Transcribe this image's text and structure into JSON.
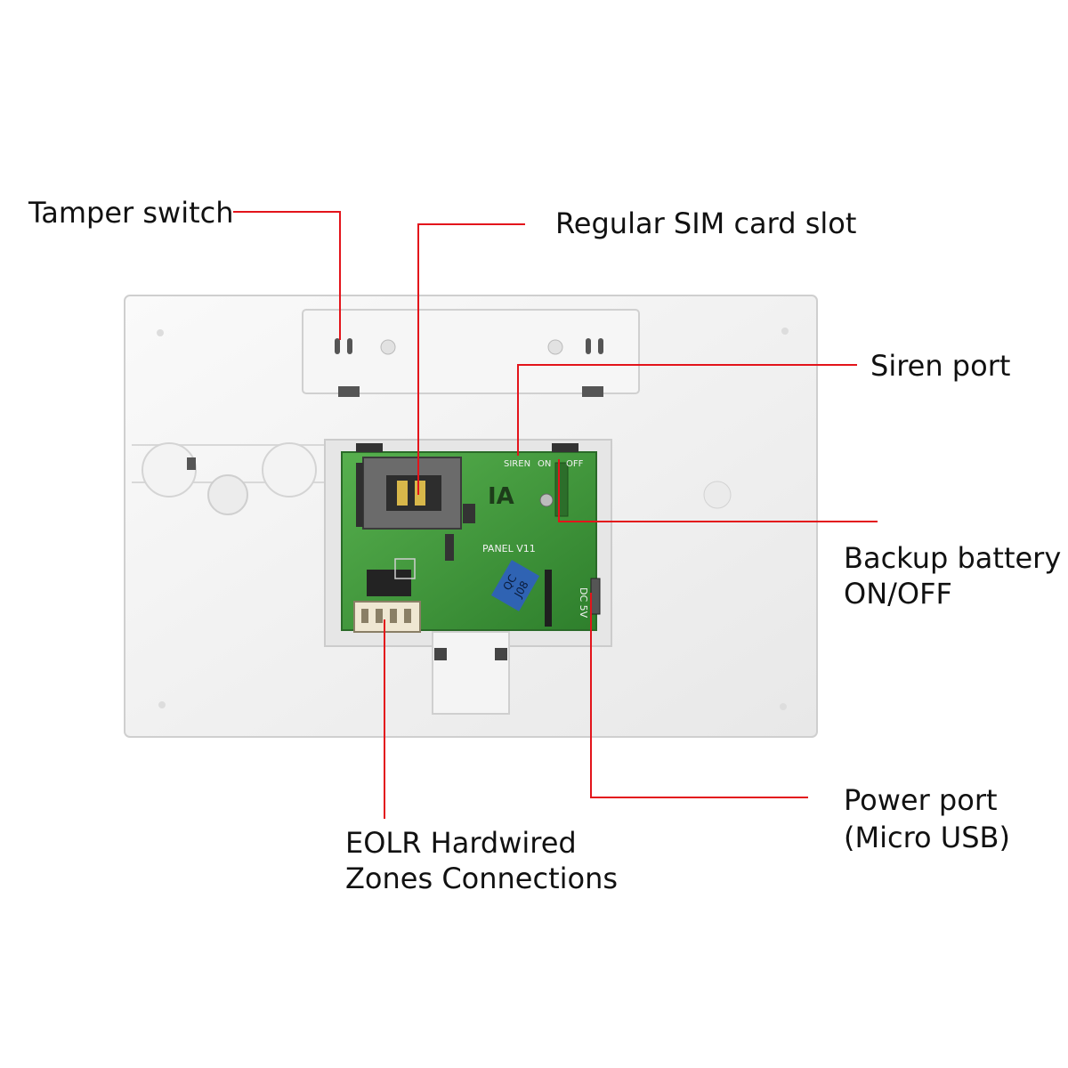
{
  "labels": {
    "tamper_switch": "Tamper switch",
    "sim_slot": "Regular SIM card slot",
    "siren_port": "Siren port",
    "backup_battery_line1": "Backup battery",
    "backup_battery_line2": "ON/OFF",
    "power_port_line1": "Power port",
    "power_port_line2": "(Micro USB)",
    "eolr_line1": "EOLR Hardwired",
    "eolr_line2": "Zones Connections"
  },
  "board_text": {
    "siren": "SIREN",
    "on": "ON",
    "off": "OFF",
    "logo": "IA",
    "panel": "PANEL V11",
    "qc_sticker_line1": "QC",
    "qc_sticker_line2": "J08",
    "dc": "DC 5V"
  },
  "colors": {
    "leader_line": "#e3141b",
    "panel_body": "#f3f3f3",
    "pcb": "#3f9a3b"
  }
}
